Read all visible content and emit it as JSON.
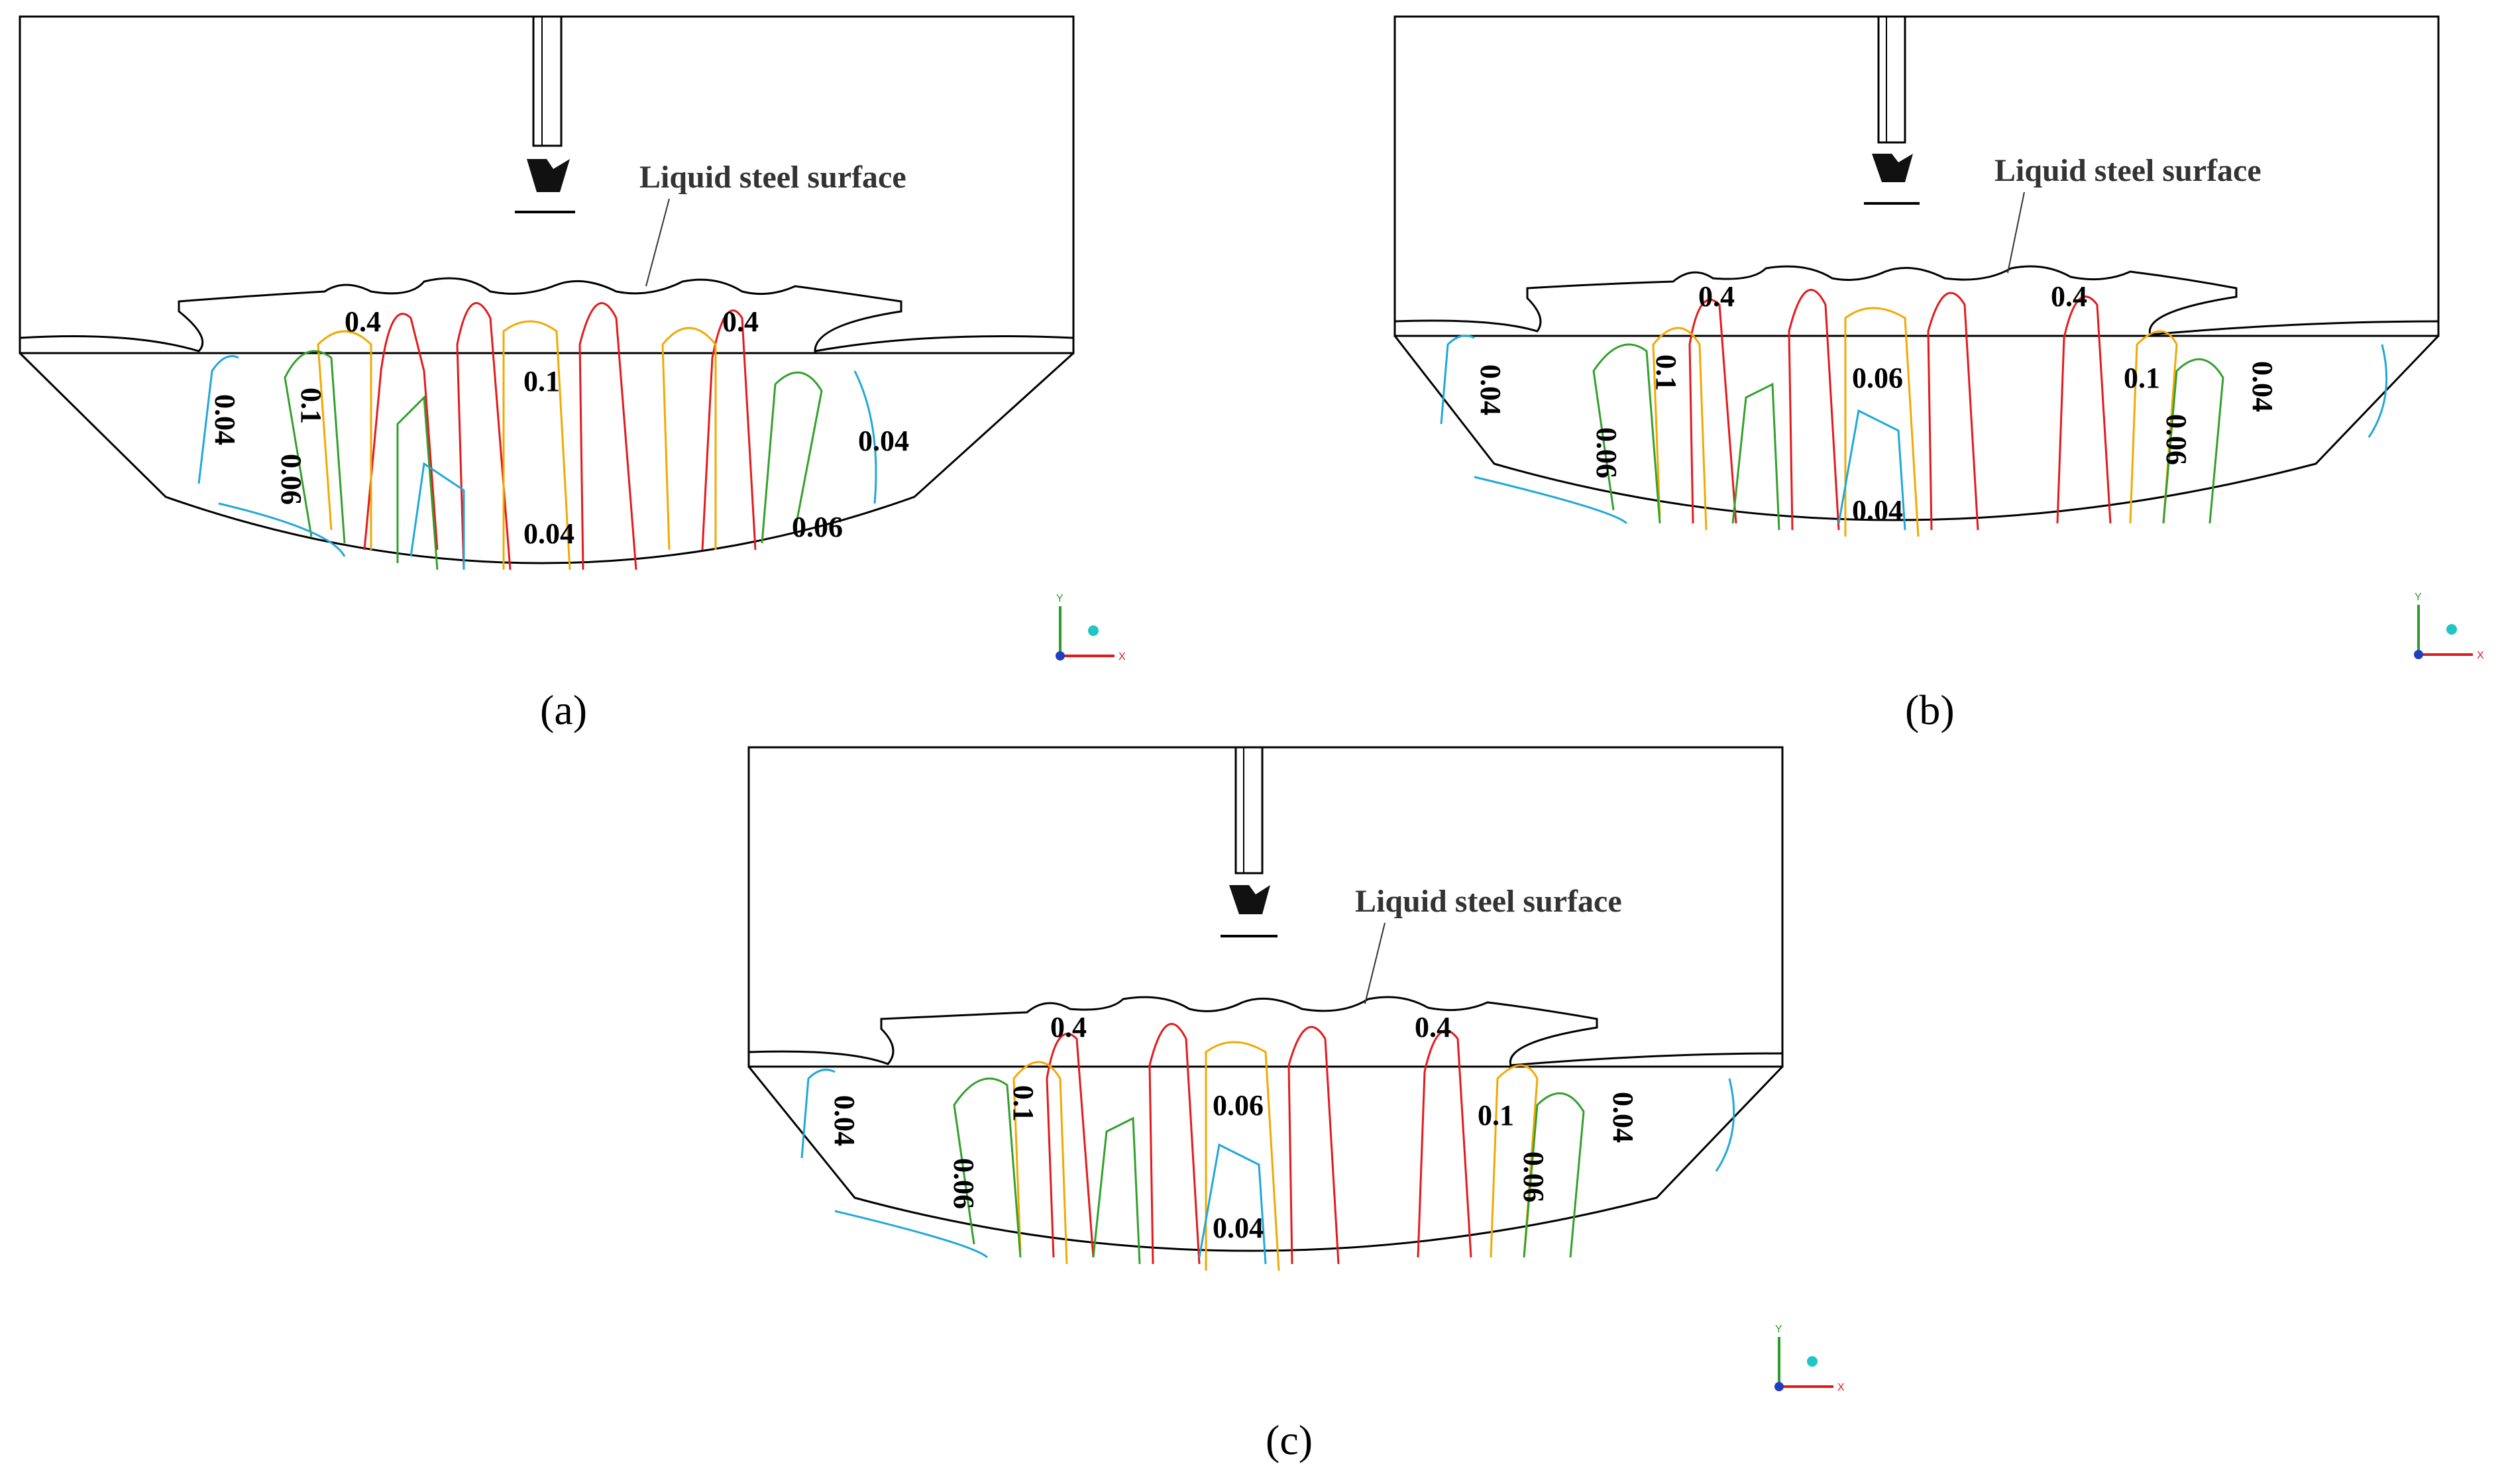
{
  "panels": [
    {
      "caption": "(a)",
      "surface_label": "Liquid steel surface",
      "contour_labels": [
        "0.4",
        "0.4",
        "0.1",
        "0.1",
        "0.04",
        "0.06",
        "0.04",
        "0.04",
        "0.06"
      ]
    },
    {
      "caption": "(b)",
      "surface_label": "Liquid steel surface",
      "contour_labels": [
        "0.4",
        "0.4",
        "0.1",
        "0.06",
        "0.1",
        "0.04",
        "0.06",
        "0.04",
        "0.06",
        "0.04"
      ]
    },
    {
      "caption": "(c)",
      "surface_label": "Liquid steel surface",
      "contour_labels": [
        "0.4",
        "0.4",
        "0.1",
        "0.06",
        "0.1",
        "0.04",
        "0.06",
        "0.04",
        "0.06",
        "0.04"
      ]
    }
  ],
  "axes_triad": {
    "y": "Y",
    "x": "X"
  },
  "contour_colors": {
    "0.4": "#e31a1c",
    "0.1": "#f2a900",
    "0.06": "#33a02c",
    "0.04": "#1fa8d8",
    "outline": "#000000"
  }
}
